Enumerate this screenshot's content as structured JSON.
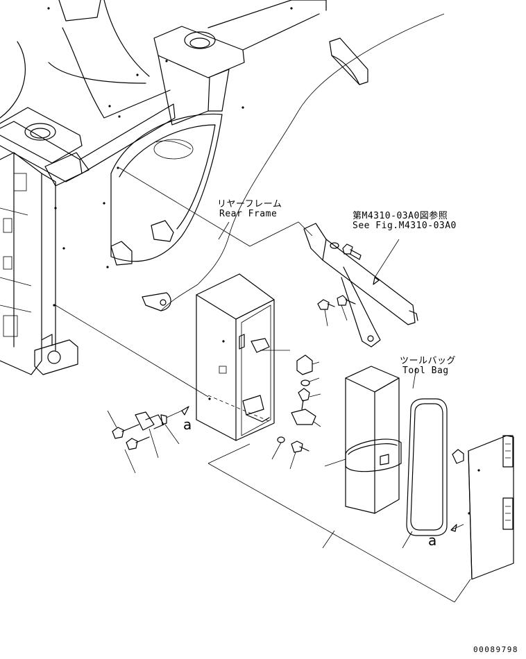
{
  "labels": {
    "rear_frame_jp": "リヤーフレーム",
    "rear_frame_en": "Rear Frame",
    "see_fig_jp": "第M4310-03A0図参照",
    "see_fig_en": "See Fig.M4310-03A0",
    "tool_bag_jp": "ツールバッグ",
    "tool_bag_en": "Tool Bag",
    "arrow_a_left": "a",
    "arrow_a_right": "a",
    "drawing_number": "00089798"
  }
}
